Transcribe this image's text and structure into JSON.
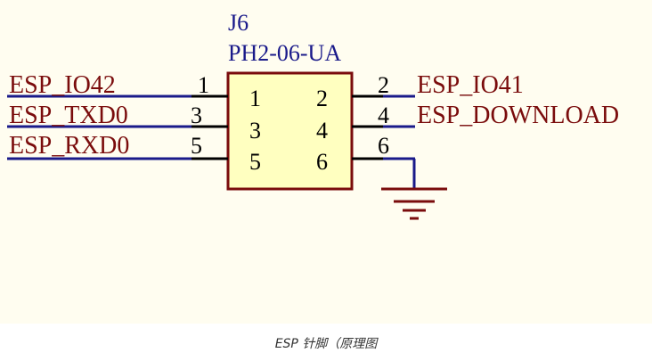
{
  "colors": {
    "background": "#fffdf0",
    "net_label": "#7a0c0c",
    "designator": "#1a1a8a",
    "component_border": "#7a0c0c",
    "component_fill": "#ffffc0",
    "wire": "#1a1a8a",
    "pin": "#000000"
  },
  "component": {
    "designator": "J6",
    "part": "PH2-06-UA",
    "left_pins": [
      {
        "outer": "1",
        "inner": "1",
        "net": "ESP_IO42"
      },
      {
        "outer": "3",
        "inner": "3",
        "net": "ESP_TXD0"
      },
      {
        "outer": "5",
        "inner": "5",
        "net": "ESP_RXD0"
      }
    ],
    "right_pins": [
      {
        "outer": "2",
        "inner": "2",
        "net": "ESP_IO41"
      },
      {
        "outer": "4",
        "inner": "4",
        "net": "ESP_DOWNLOAD"
      },
      {
        "outer": "6",
        "inner": "6",
        "net": ""
      }
    ]
  },
  "ground_symbol": "ground-icon",
  "caption": "ESP 针脚（原理图"
}
